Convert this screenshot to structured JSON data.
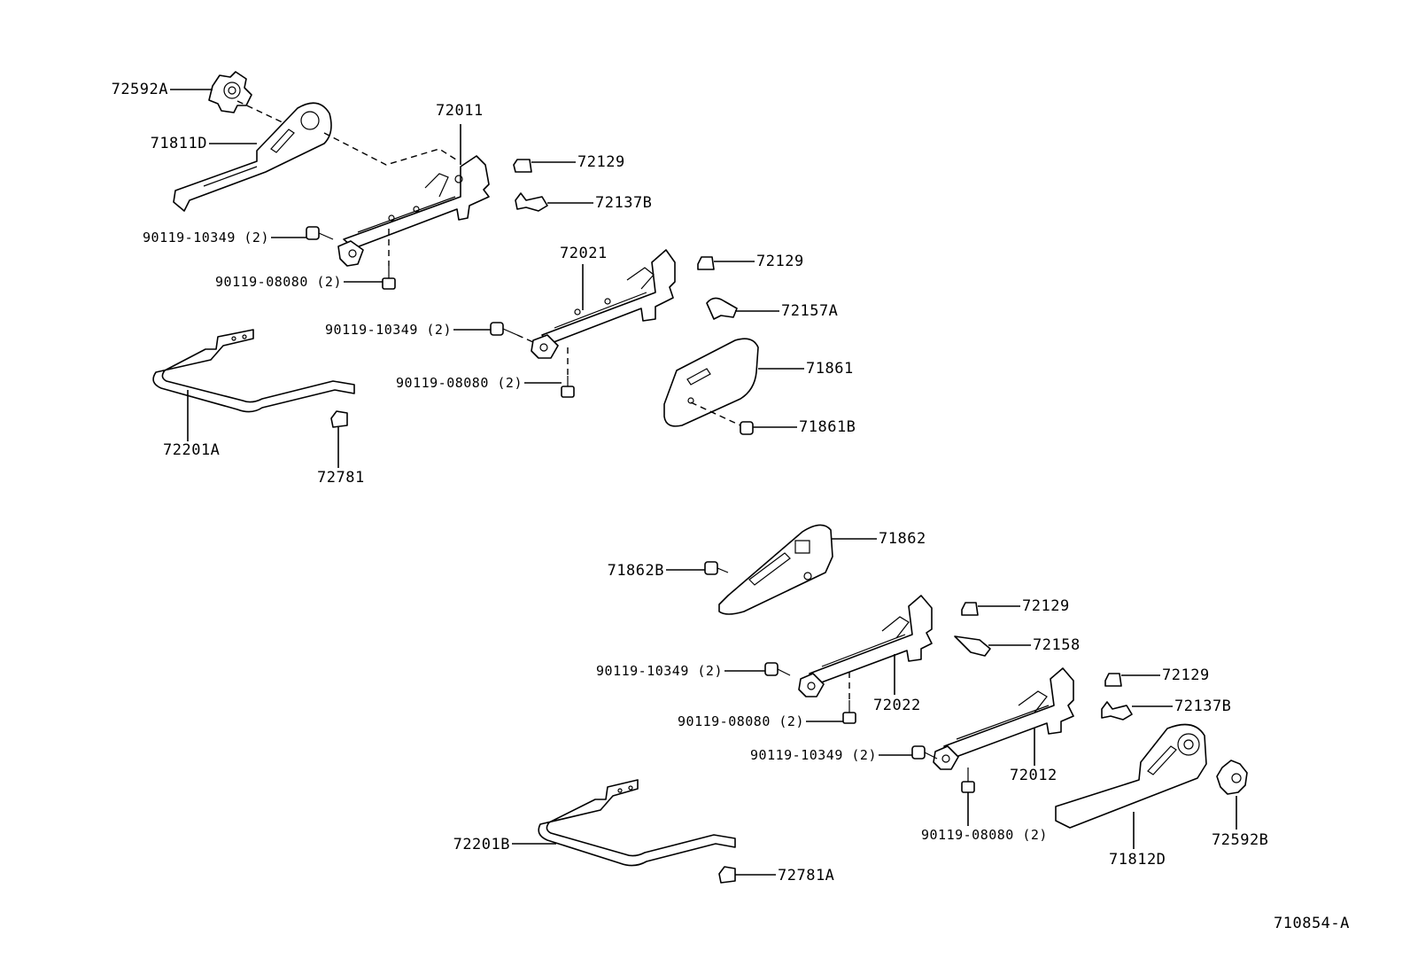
{
  "labels": {
    "p72592A": "72592A",
    "p71811D": "71811D",
    "p72011": "72011",
    "p72129_a": "72129",
    "p72137B_a": "72137B",
    "p90119_10349_a": "90119-10349 (2)",
    "p90119_08080_a": "90119-08080 (2)",
    "p72021": "72021",
    "p72129_b": "72129",
    "p72157A": "72157A",
    "p90119_10349_b": "90119-10349 (2)",
    "p90119_08080_b": "90119-08080 (2)",
    "p71861": "71861",
    "p71861B": "71861B",
    "p72201A": "72201A",
    "p72781": "72781",
    "p71862": "71862",
    "p71862B": "71862B",
    "p72129_c": "72129",
    "p72158": "72158",
    "p90119_10349_c": "90119-10349 (2)",
    "p72022": "72022",
    "p90119_08080_c": "90119-08080 (2)",
    "p72129_d": "72129",
    "p72137B_b": "72137B",
    "p90119_10349_d": "90119-10349 (2)",
    "p72012": "72012",
    "p90119_08080_d": "90119-08080 (2)",
    "p72592B": "72592B",
    "p71812D": "71812D",
    "p72201B": "72201B",
    "p72781A": "72781A",
    "diagram_id": "710854-A"
  }
}
